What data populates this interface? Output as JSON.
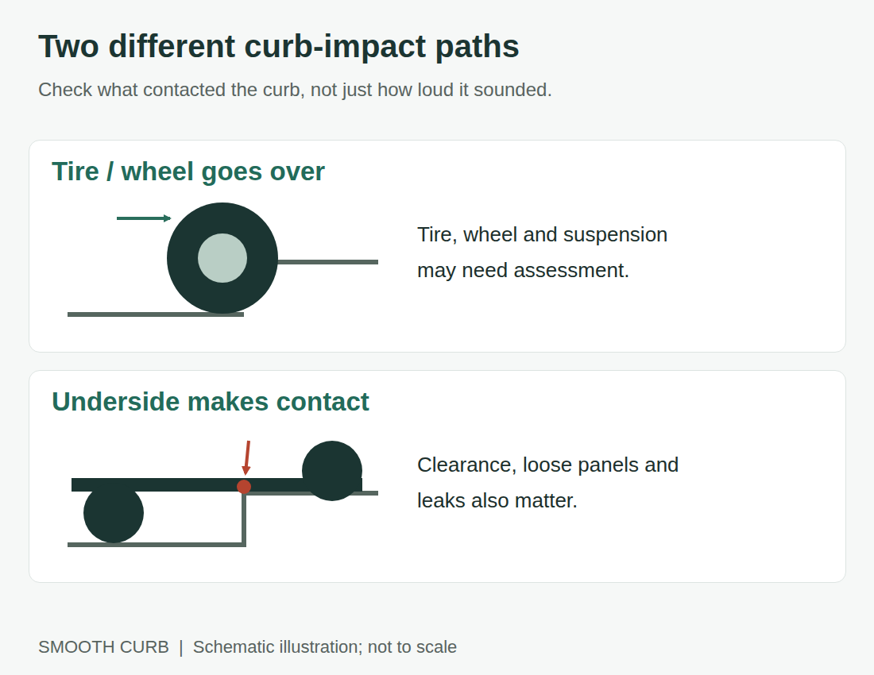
{
  "diagram": {
    "title": "Two different curb-impact paths",
    "nodes": [
      {
        "text": [
          "Tire / wheel goes over",
          "Tire, wheel and suspension may need assessment."
        ]
      },
      {
        "text": [
          "Underside makes contact",
          "Clearance, loose panels and leaks also matter."
        ]
      }
    ],
    "labels": [
      "Check what contacted the curb, not just how loud it sounded.",
      "SMOOTH CURB",
      "|",
      "Schematic illustration; not to scale"
    ]
  }
}
